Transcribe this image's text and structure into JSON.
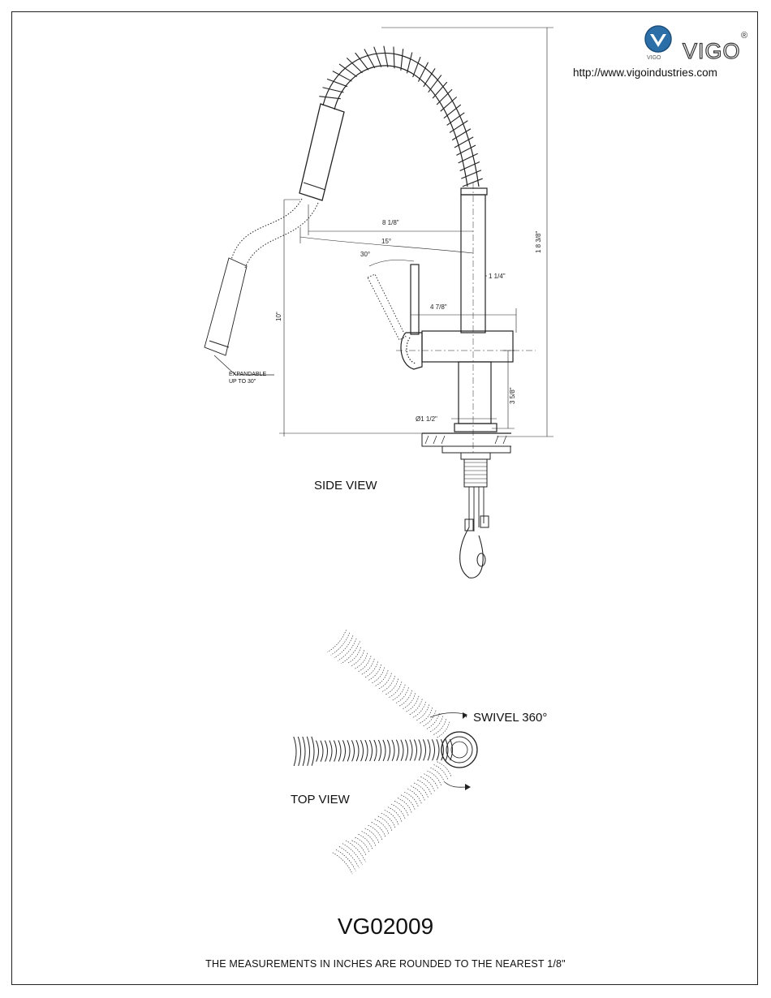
{
  "brand": {
    "name": "VIGO",
    "small_text": "VIGO",
    "registered_mark": "®",
    "url": "http://www.vigoindustries.com"
  },
  "views": {
    "side": "SIDE VIEW",
    "top": "TOP VIEW"
  },
  "dimensions": {
    "total_height": "1 8 3/8\"",
    "spout_reach": "8 1/8\"",
    "spout_angle": "15°",
    "handle_angle": "30°",
    "spout_height": "10\"",
    "spout_diameter": "1 1/4\"",
    "handle_reach": "4 7/8\"",
    "base_height": "3 5/8\"",
    "base_diameter": "Ø1 1/2\""
  },
  "notes": {
    "expandable_line1": "EXPANDABLE",
    "expandable_line2": "UP TO 30\""
  },
  "swivel": "SWIVEL 360°",
  "model": "VG02009",
  "footer": "THE MEASUREMENTS IN INCHES ARE ROUNDED TO THE NEAREST 1/8\"",
  "colors": {
    "line": "#222222",
    "logo_blue": "#2c6fa8"
  }
}
